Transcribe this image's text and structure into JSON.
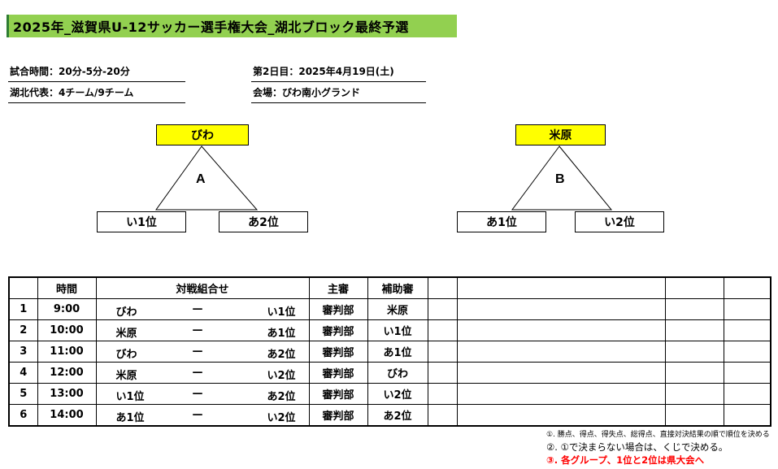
{
  "title": "2025年_滋賀県U-12サッカー選手権大会_湖北ブロック最終予選",
  "info": {
    "match_time": "試合時間：20分-5分-20分",
    "teams": "湖北代表：4チーム/9チーム",
    "day": "第2日目：2025年4月19日(土)",
    "venue": "会場：びわ南小グランド"
  },
  "groups": [
    {
      "seed": "びわ",
      "letter": "A",
      "slot_left": "い1位",
      "slot_right": "あ2位"
    },
    {
      "seed": "米原",
      "letter": "B",
      "slot_left": "あ1位",
      "slot_right": "い2位"
    }
  ],
  "table": {
    "headers": {
      "no": "",
      "time": "時間",
      "matchup": "対戦組合せ",
      "referee": "主審",
      "assistant": "補助審"
    },
    "dash": "—",
    "rows": [
      {
        "no": "1",
        "time": "9:00",
        "home": "びわ",
        "away": "い1位",
        "referee": "審判部",
        "assistant": "米原"
      },
      {
        "no": "2",
        "time": "10:00",
        "home": "米原",
        "away": "あ1位",
        "referee": "審判部",
        "assistant": "い1位"
      },
      {
        "no": "3",
        "time": "11:00",
        "home": "びわ",
        "away": "あ2位",
        "referee": "審判部",
        "assistant": "あ1位"
      },
      {
        "no": "4",
        "time": "12:00",
        "home": "米原",
        "away": "い2位",
        "referee": "審判部",
        "assistant": "びわ"
      },
      {
        "no": "5",
        "time": "13:00",
        "home": "い1位",
        "away": "あ2位",
        "referee": "審判部",
        "assistant": "い2位"
      },
      {
        "no": "6",
        "time": "14:00",
        "home": "あ1位",
        "away": "い2位",
        "referee": "審判部",
        "assistant": "あ2位"
      }
    ]
  },
  "notes": [
    "①. 勝点、得点、得失点、総得点、直接対決結果の順で順位を決める",
    "②. ①で決まらない場合は、くじで決める。",
    "③. 各グループ、1位と2位は県大会へ"
  ],
  "colors": {
    "title_bg": "#92d050",
    "seed_bg": "#ffff00",
    "note_red": "#ff0000"
  }
}
